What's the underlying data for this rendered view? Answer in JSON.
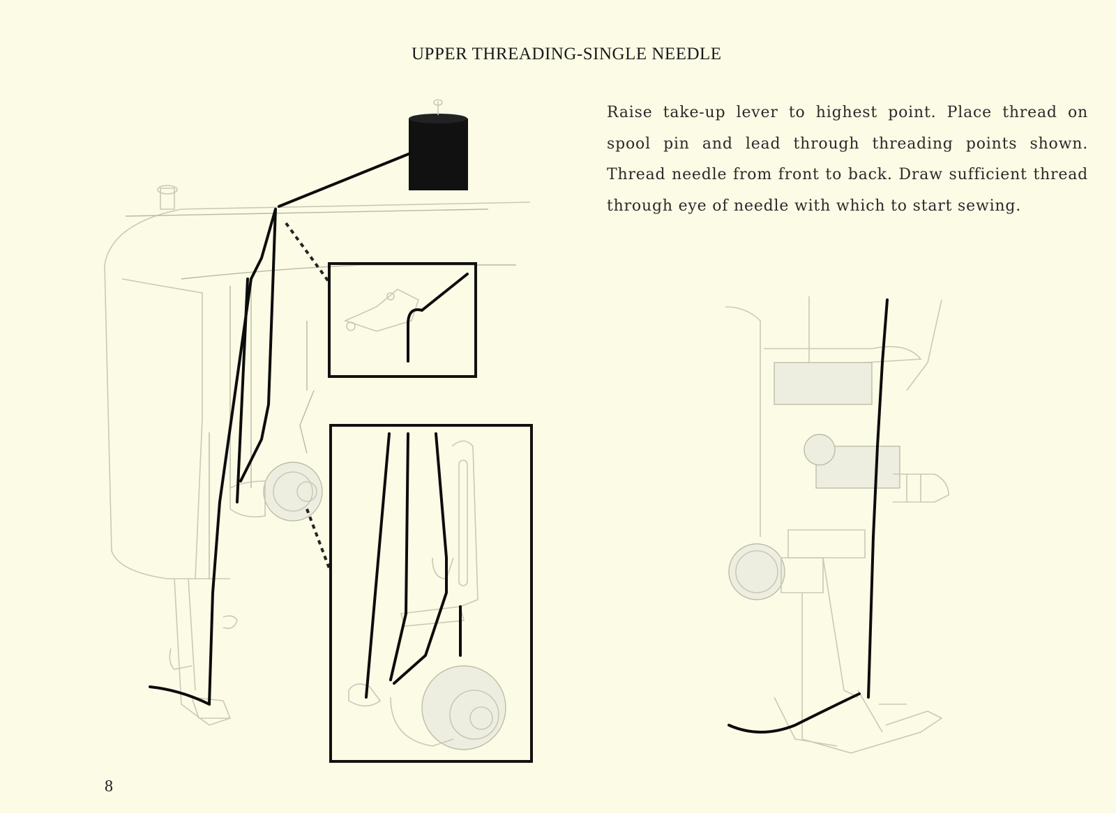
{
  "title": "UPPER THREADING-SINGLE NEEDLE",
  "instructions": "Raise take-up lever to highest point. Place thread on spool pin and lead through threading points shown. Thread needle from front to back. Draw sufficient thread through eye of needle with which to start sewing.",
  "page_number": "8"
}
